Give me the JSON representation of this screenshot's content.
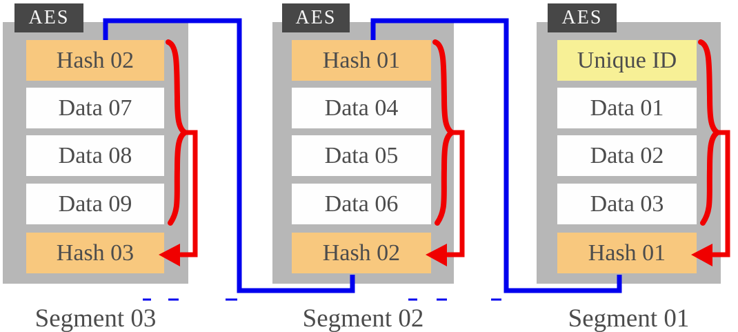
{
  "colors": {
    "container_gray": "#b7b7b7",
    "aes_dark": "#474747",
    "hash_orange": "#f8c87e",
    "unique_id_yellow": "#f7f096",
    "cell_white": "#fefefe",
    "chain_blue": "#0000ee",
    "arrow_red": "#f00000",
    "text_dark": "#4c4c4c"
  },
  "icons": {
    "blue_lines": "chain-link-line",
    "red_brace": "curly-brace-icon",
    "red_arrow": "feedback-arrowhead-icon"
  },
  "segments": [
    {
      "aes_label": "AES",
      "label": "Segment 03",
      "rows": [
        {
          "text": "Hash 02",
          "type": "hash"
        },
        {
          "text": "Data 07",
          "type": "data"
        },
        {
          "text": "Data 08",
          "type": "data"
        },
        {
          "text": "Data 09",
          "type": "data"
        },
        {
          "text": "Hash 03",
          "type": "hash"
        }
      ]
    },
    {
      "aes_label": "AES",
      "label": "Segment 02",
      "rows": [
        {
          "text": "Hash 01",
          "type": "hash"
        },
        {
          "text": "Data 04",
          "type": "data"
        },
        {
          "text": "Data 05",
          "type": "data"
        },
        {
          "text": "Data 06",
          "type": "data"
        },
        {
          "text": "Hash 02",
          "type": "hash"
        }
      ]
    },
    {
      "aes_label": "AES",
      "label": "Segment 01",
      "rows": [
        {
          "text": "Unique ID",
          "type": "id"
        },
        {
          "text": "Data 01",
          "type": "data"
        },
        {
          "text": "Data 02",
          "type": "data"
        },
        {
          "text": "Data 03",
          "type": "data"
        },
        {
          "text": "Hash 01",
          "type": "hash"
        }
      ]
    }
  ]
}
